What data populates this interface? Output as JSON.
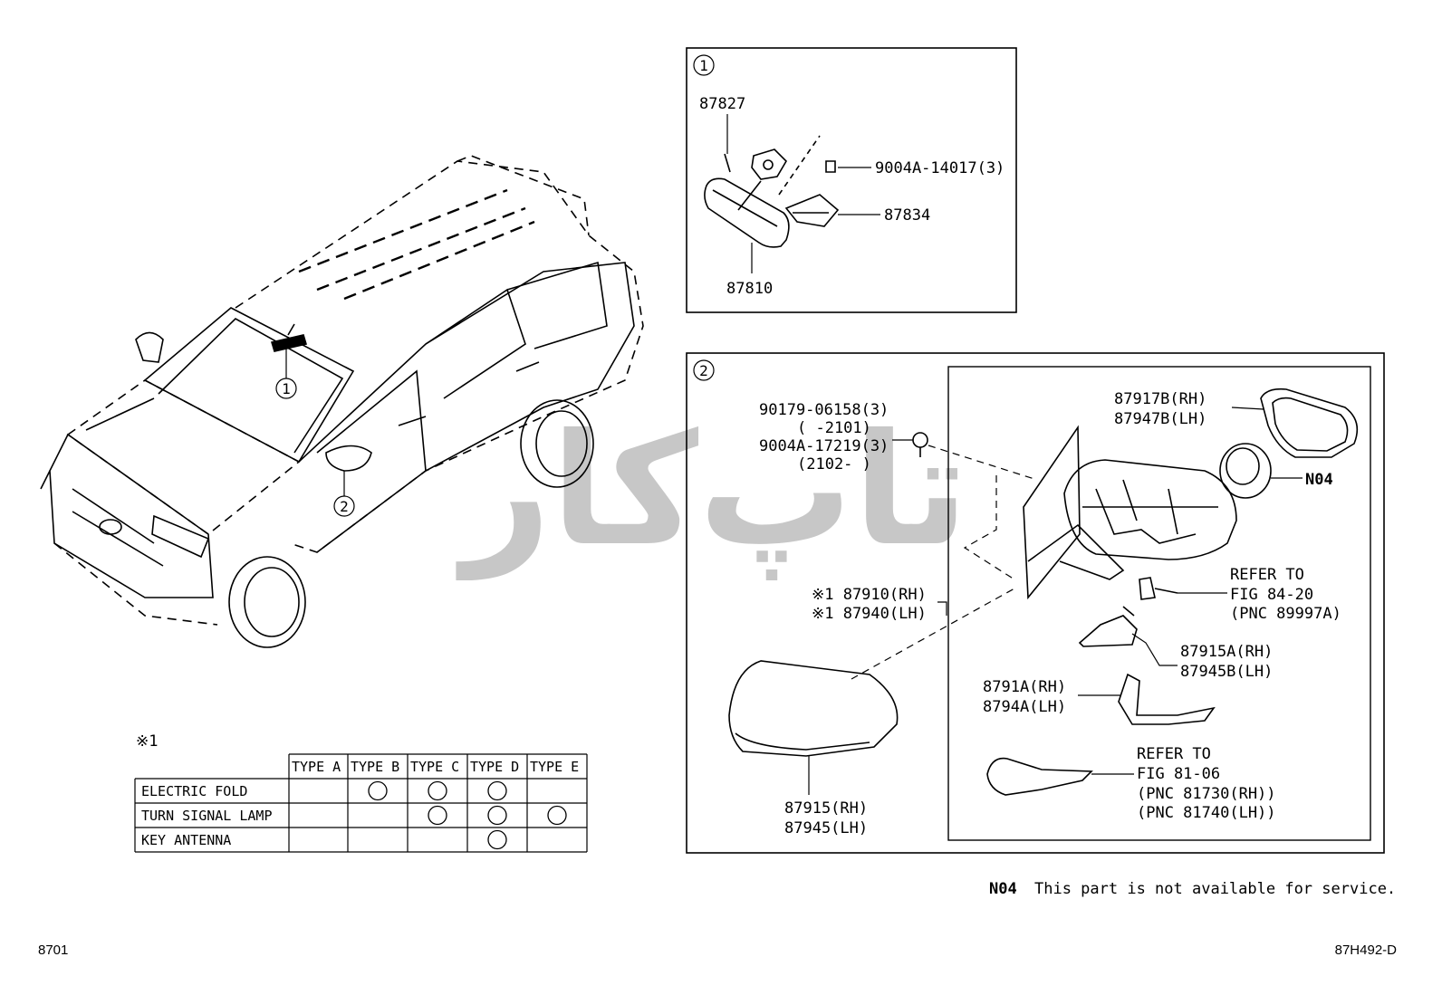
{
  "watermark": "تاپ‌کار",
  "callouts": {
    "mirror_inner": "1",
    "mirror_outer": "2"
  },
  "box1": {
    "number": "1",
    "parts": {
      "p87827": "87827",
      "p9004a14017": "9004A-14017(3)",
      "p87834": "87834",
      "p87810": "87810"
    }
  },
  "box2": {
    "number": "2",
    "parts": {
      "p90179": "90179-06158(3)",
      "p90179_range": "(    -2101)",
      "p9004a17219": "9004A-17219(3)",
      "p9004a17219_range": "(2102-    )",
      "p87910": "※1 87910(RH)",
      "p87940": "※1 87940(LH)",
      "p87917b": "87917B(RH)",
      "p87947b": "87947B(LH)",
      "n04": "N04",
      "refer1_a": "REFER TO",
      "refer1_b": "FIG 84-20",
      "refer1_c": "(PNC 89997A)",
      "p87915a": "87915A(RH)",
      "p87945b": "87945B(LH)",
      "p8791a": "8791A(RH)",
      "p8794a": "8794A(LH)",
      "refer2_a": "REFER TO",
      "refer2_b": "FIG 81-06",
      "refer2_c": "(PNC 81730(RH))",
      "refer2_d": "(PNC 81740(LH))",
      "p87915": "87915(RH)",
      "p87945": "87945(LH)"
    }
  },
  "note_table": {
    "mark": "※1",
    "headers": [
      "",
      "TYPE A",
      "TYPE B",
      "TYPE C",
      "TYPE D",
      "TYPE E"
    ],
    "rows": [
      {
        "label": "ELECTRIC FOLD",
        "marks": [
          false,
          true,
          true,
          true,
          false
        ]
      },
      {
        "label": "TURN SIGNAL LAMP",
        "marks": [
          false,
          false,
          true,
          true,
          true
        ]
      },
      {
        "label": "KEY ANTENNA",
        "marks": [
          false,
          false,
          false,
          true,
          false
        ]
      }
    ]
  },
  "footnote": {
    "code": "N04",
    "text": "This part is not available for service."
  },
  "footer": {
    "left": "8701",
    "right": "87H492-D"
  }
}
